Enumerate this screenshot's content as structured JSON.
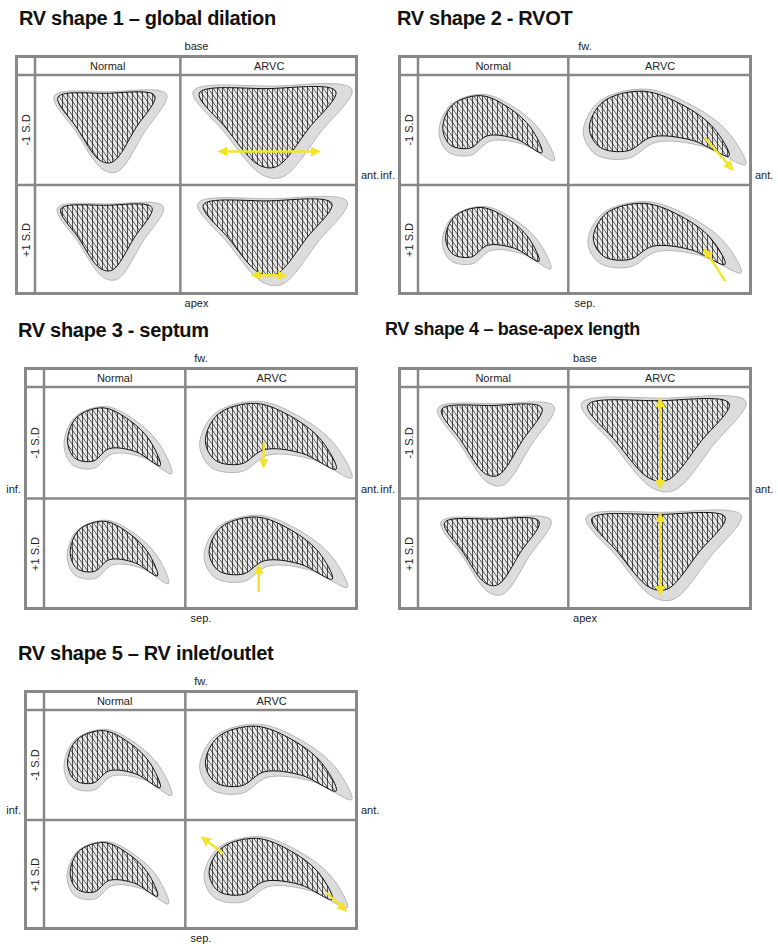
{
  "diagram": {
    "nodes": [
      {
        "text": [
          "RV shape 1 – global dilation"
        ]
      },
      {
        "text": [
          "RV shape 2 - RVOT"
        ]
      },
      {
        "text": [
          "RV shape 3 - septum"
        ]
      },
      {
        "text": [
          "RV shape 4 – base-apex length"
        ]
      },
      {
        "text": [
          "RV shape 5 – RV inlet/outlet"
        ]
      }
    ],
    "labels": [
      "base",
      "Normal",
      "ARVC",
      "-1 S.D",
      "+1 S.D",
      "ant.",
      "apex",
      "fw.",
      "Normal",
      "ARVC",
      "-1 S.D",
      "+1 S.D",
      "inf.",
      "ant.",
      "sep.",
      "fw.",
      "Normal",
      "ARVC",
      "-1 S.D",
      "+1 S.D",
      "inf.",
      "ant.",
      "sep.",
      "base",
      "Normal",
      "ARVC",
      "-1 S.D",
      "+1 S.D",
      "inf.",
      "ant.",
      "apex",
      "fw.",
      "Normal",
      "ARVC",
      "-1 S.D",
      "+1 S.D",
      "inf.",
      "ant.",
      "sep."
    ]
  }
}
